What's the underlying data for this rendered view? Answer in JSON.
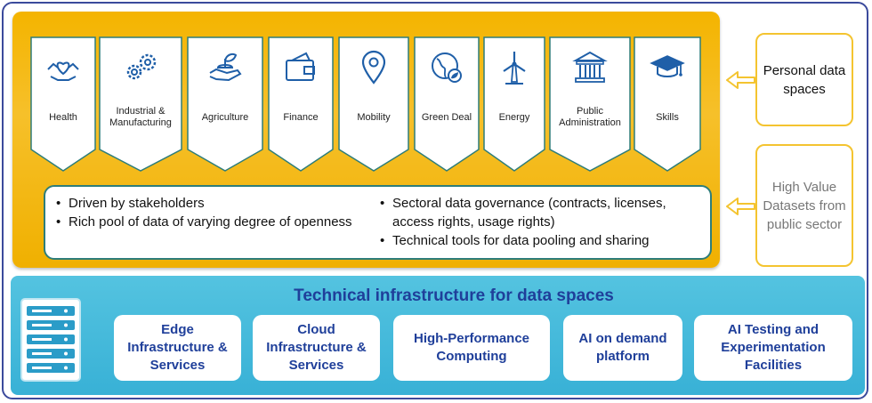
{
  "sectors": [
    {
      "label": "Health",
      "icon": "hands-heart-icon"
    },
    {
      "label": "Industrial & Manufacturing",
      "icon": "gears-icon"
    },
    {
      "label": "Agriculture",
      "icon": "hand-plant-icon"
    },
    {
      "label": "Finance",
      "icon": "wallet-icon"
    },
    {
      "label": "Mobility",
      "icon": "map-pin-icon"
    },
    {
      "label": "Green Deal",
      "icon": "globe-leaf-icon"
    },
    {
      "label": "Energy",
      "icon": "wind-turbine-icon"
    },
    {
      "label": "Public Administration",
      "icon": "government-building-icon"
    },
    {
      "label": "Skills",
      "icon": "graduation-cap-icon"
    }
  ],
  "features_left": [
    "Driven by stakeholders",
    "Rich pool of data of varying degree of openness"
  ],
  "features_right": [
    "Sectoral data governance (contracts, licenses, access rights, usage rights)",
    "Technical tools for data pooling and sharing"
  ],
  "side": {
    "personal": "Personal data spaces",
    "high_value": "High Value Datasets from public sector"
  },
  "infrastructure": {
    "title": "Technical infrastructure for data spaces",
    "items": [
      "Edge Infrastructure & Services",
      "Cloud Infrastructure & Services",
      "High-Performance Computing",
      "AI on demand platform",
      "AI Testing and Experimentation Facilities"
    ]
  },
  "colors": {
    "sector_panel": "#f4b400",
    "teal_border": "#2e7d7a",
    "infra_panel": "#45b9dc",
    "infra_text": "#1f3f9a",
    "side_border": "#f4c430",
    "side_faded_text": "#777777"
  }
}
